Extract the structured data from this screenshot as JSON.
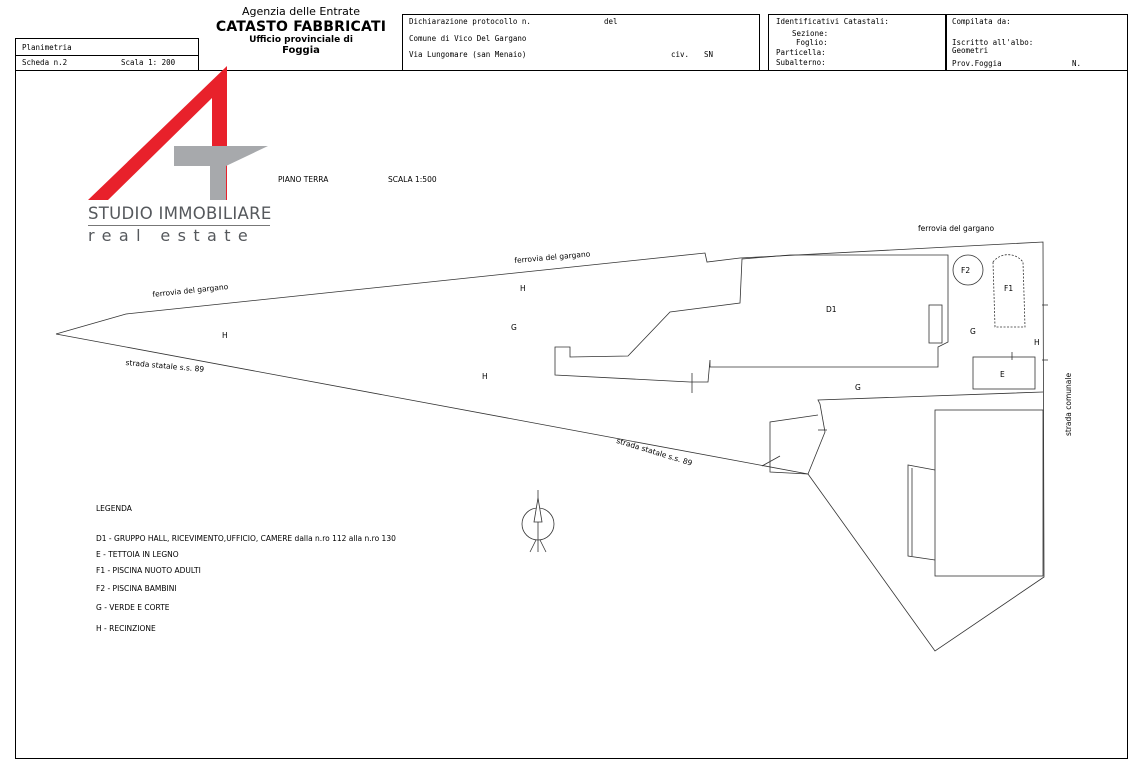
{
  "form": {
    "planimetria": "Planimetria",
    "scheda": "Scheda n.2",
    "scala": "Scala 1: 200",
    "agency_line1": "Agenzia delle Entrate",
    "agency_line2": "CATASTO FABBRICATI",
    "agency_line3": "Ufficio provinciale di",
    "agency_line4": "Foggia",
    "dichiarazione": "Dichiarazione protocollo n.",
    "del": "del",
    "comune": "Comune di Vico Del Gargano",
    "via": "Via Lungomare (san Menaio)",
    "civ": "civ.",
    "civ_value": "SN",
    "identificativi": "Identificativi Catastali:",
    "sezione": "Sezione:",
    "foglio": "Foglio:",
    "particella": "Particella:",
    "subalterno": "Subalterno:",
    "compilata": "Compilata da:",
    "iscritto": "Iscritto all'albo:",
    "geometri": "Geometri",
    "prov": "Prov.Foggia",
    "n": "N."
  },
  "logo": {
    "line1": "STUDIO IMMOBILIARE",
    "line2": "real estate",
    "red": "#e8212b",
    "gray": "#a7a9ac"
  },
  "plan": {
    "piano": "PIANO TERRA",
    "scala": "SCALA 1:500",
    "ferrovia": "ferrovia del gargano",
    "strada": "strada statale s.s. 89",
    "strada_comunale": "strada comunale",
    "labels": {
      "H": "H",
      "G": "G",
      "D1": "D1",
      "E": "E",
      "F1": "F1",
      "F2": "F2"
    }
  },
  "legend": {
    "title": "LEGENDA",
    "items": [
      "D1 - GRUPPO HALL, RICEVIMENTO,UFFICIO, CAMERE dalla n.ro 112 alla n.ro 130",
      "E - TETTOIA IN LEGNO",
      "F1 - PISCINA NUOTO ADULTI",
      "F2 - PISCINA BAMBINI",
      "G - VERDE E CORTE",
      "H - RECINZIONE"
    ]
  }
}
